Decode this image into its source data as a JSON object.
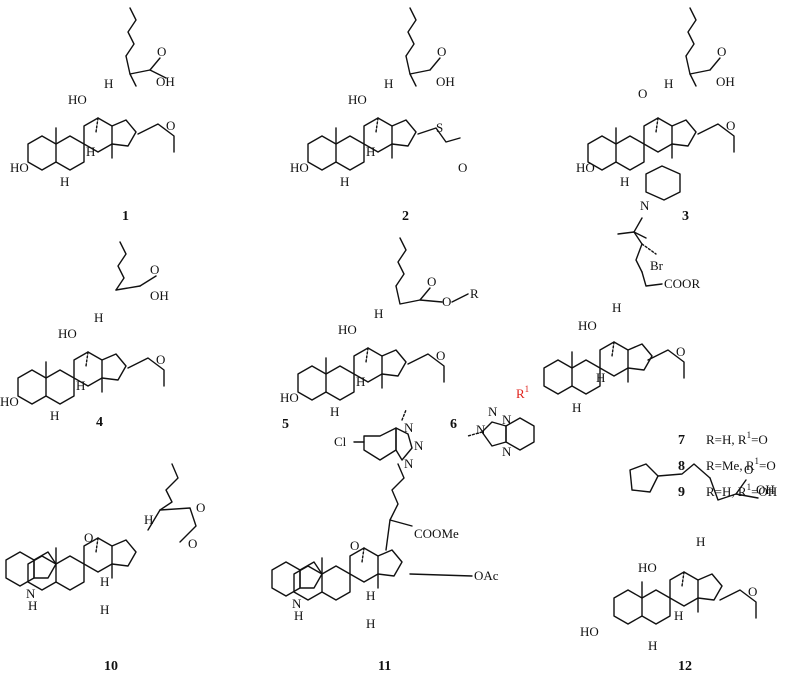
{
  "compounds": [
    {
      "id": "1"
    },
    {
      "id": "2"
    },
    {
      "id": "3"
    },
    {
      "id": "4"
    },
    {
      "id": "5"
    },
    {
      "id": "6"
    },
    {
      "id": "7"
    },
    {
      "id": "8"
    },
    {
      "id": "9"
    },
    {
      "id": "10"
    },
    {
      "id": "11"
    },
    {
      "id": "12"
    }
  ],
  "atom_labels": {
    "ho": "HO",
    "oh": "OH",
    "o": "O",
    "h": "H",
    "s": "S",
    "n": "N",
    "nh": "N",
    "nh_h": "H",
    "br": "Br",
    "cl": "Cl",
    "r": "R",
    "r1": "R",
    "r1_sup": "1",
    "cooh_ho": "HO",
    "coor": "COOR",
    "coome": "COOMe",
    "oac": "OAc",
    "o_r": "O",
    "dash_r": "R"
  },
  "legend_7_9": [
    {
      "num": "7",
      "text": "R=H, R",
      "sup": "1",
      "tail": "=O"
    },
    {
      "num": "8",
      "text": "R=Me, R",
      "sup": "1",
      "tail": "=O"
    },
    {
      "num": "9",
      "text": "R=H, R",
      "sup": "1",
      "tail": "=OH"
    }
  ],
  "colors": {
    "ink": "#111111",
    "r1_highlight": "#e0201a"
  }
}
